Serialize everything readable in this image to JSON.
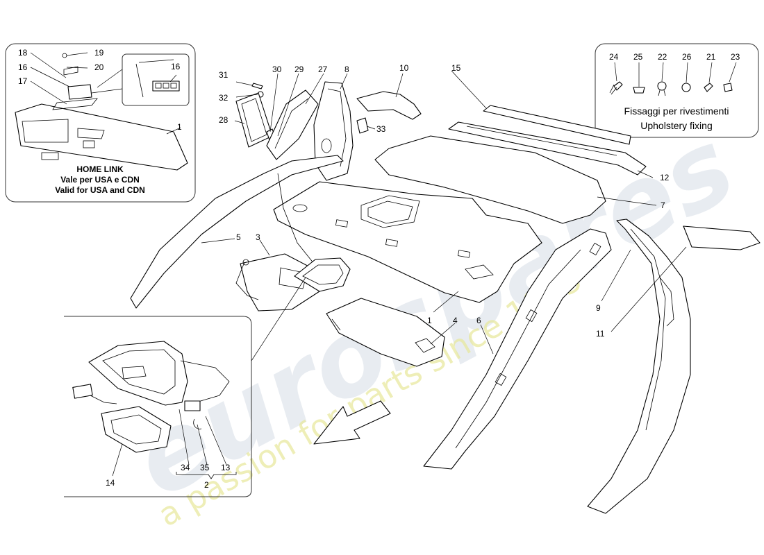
{
  "labels": {
    "n1": "1",
    "n2": "2",
    "n3": "3",
    "n4": "4",
    "n5": "5",
    "n6": "6",
    "n7": "7",
    "n8": "8",
    "n9": "9",
    "n10": "10",
    "n11": "11",
    "n12": "12",
    "n13": "13",
    "n14": "14",
    "n15": "15",
    "n16": "16",
    "n17": "17",
    "n18": "18",
    "n19": "19",
    "n20": "20",
    "n21": "21",
    "n22": "22",
    "n23": "23",
    "n24": "24",
    "n25": "25",
    "n26": "26",
    "n27": "27",
    "n28": "28",
    "n29": "29",
    "n30": "30",
    "n31": "31",
    "n32": "32",
    "n33": "33",
    "n34": "34",
    "n35": "35"
  },
  "home_link": {
    "title": "HOME LINK",
    "line1": "Vale per USA e CDN",
    "line2": "Valid for USA and CDN"
  },
  "upholstery": {
    "line1": "Fissaggi per rivestimenti",
    "line2": "Upholstery fixing"
  },
  "watermark": {
    "brand": "eurospares",
    "tagline": "a passion for parts since 1985"
  }
}
